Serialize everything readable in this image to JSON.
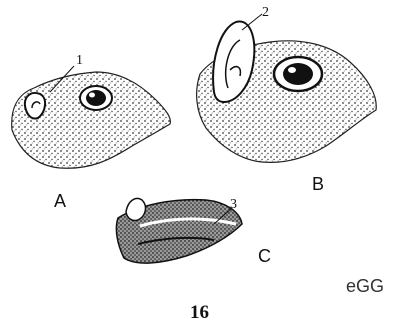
{
  "figure": {
    "panels": [
      {
        "letter": "A",
        "callout": "1"
      },
      {
        "letter": "B",
        "callout": "2"
      },
      {
        "letter": "C",
        "callout": "3"
      }
    ],
    "figure_number": "16",
    "signature": "eGG"
  },
  "colors": {
    "ink": "#111111",
    "stipple": "#3a3a3a",
    "paper": "#ffffff"
  }
}
